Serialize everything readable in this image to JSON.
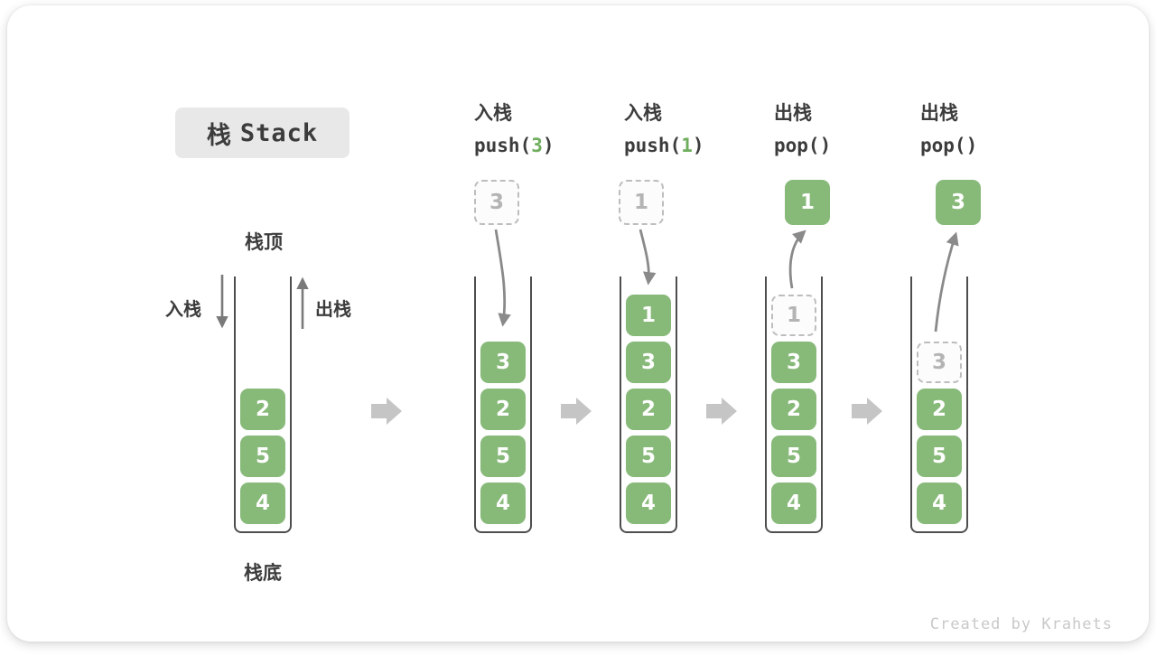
{
  "title": {
    "zh": "栈",
    "en": "Stack"
  },
  "labels": {
    "stack_top": "栈顶",
    "stack_bottom": "栈底",
    "push_side": "入栈",
    "pop_side": "出栈"
  },
  "operations": [
    {
      "name": "入栈",
      "call_pre": "push(",
      "call_arg": "3",
      "call_post": ")"
    },
    {
      "name": "入栈",
      "call_pre": "push(",
      "call_arg": "1",
      "call_post": ")"
    },
    {
      "name": "出栈",
      "call_pre": "pop(",
      "call_arg": "",
      "call_post": ")"
    },
    {
      "name": "出栈",
      "call_pre": "pop(",
      "call_arg": "",
      "call_post": ")"
    }
  ],
  "stacks": [
    {
      "items": [
        "2",
        "5",
        "4"
      ]
    },
    {
      "floating": {
        "value": "3",
        "style": "dashed"
      },
      "items": [
        "3",
        "2",
        "5",
        "4"
      ]
    },
    {
      "floating": {
        "value": "1",
        "style": "dashed"
      },
      "items": [
        "1",
        "3",
        "2",
        "5",
        "4"
      ]
    },
    {
      "floating": {
        "value": "1",
        "style": "solid"
      },
      "ghost": "1",
      "items": [
        "3",
        "2",
        "5",
        "4"
      ]
    },
    {
      "floating": {
        "value": "3",
        "style": "solid"
      },
      "ghost": "3",
      "items": [
        "2",
        "5",
        "4"
      ]
    }
  ],
  "watermark": "Created by Krahets",
  "colors": {
    "cell_green": "#87b979",
    "call_arg_green": "#6fae5e",
    "dashed_border": "#bdbdbd",
    "dashed_text": "#b4b4b4",
    "title_bg": "#e8e8e8",
    "text_dark": "#3c3c3c",
    "thin_arrow": "#8a8a8a",
    "block_arrow": "#c5c5c5",
    "container_line": "#4e4e4e",
    "watermark_gray": "#c9c9c9"
  }
}
